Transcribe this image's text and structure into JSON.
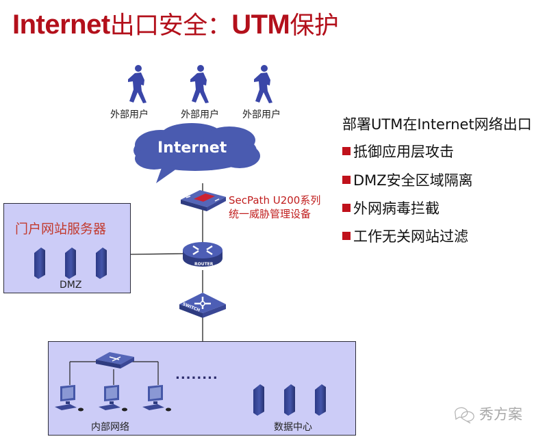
{
  "title": {
    "part1": "Internet",
    "part2": "出口安全：",
    "part3": "UTM",
    "part4": "保护"
  },
  "external_users": [
    {
      "label": "外部用户"
    },
    {
      "label": "外部用户"
    },
    {
      "label": "外部用户"
    }
  ],
  "cloud": {
    "label": "Internet"
  },
  "utm_device": {
    "line1": "SecPath U200系列",
    "line2": "统一威胁管理设备"
  },
  "router": {
    "label": "ROUTER"
  },
  "switch": {
    "label": "SWITCH"
  },
  "dmz_zone": {
    "title": "门户网站服务器",
    "label": "DMZ"
  },
  "internal_zone": {
    "ellipsis": "........",
    "network_label": "内部网络",
    "datacenter_label": "数据中心"
  },
  "features": {
    "heading": "部署UTM在Internet网络出口",
    "items": [
      {
        "label": "抵御应用层攻击"
      },
      {
        "label": "DMZ安全区域隔离"
      },
      {
        "label": "外网病毒拦截"
      },
      {
        "label": "工作无关网站过滤"
      }
    ]
  },
  "watermark": {
    "label": "秀方案"
  },
  "colors": {
    "title_red": "#b3101b",
    "device_blue": "#3b4a9e",
    "zone_fill": "#ccccf7",
    "bullet_red": "#c0111b"
  }
}
